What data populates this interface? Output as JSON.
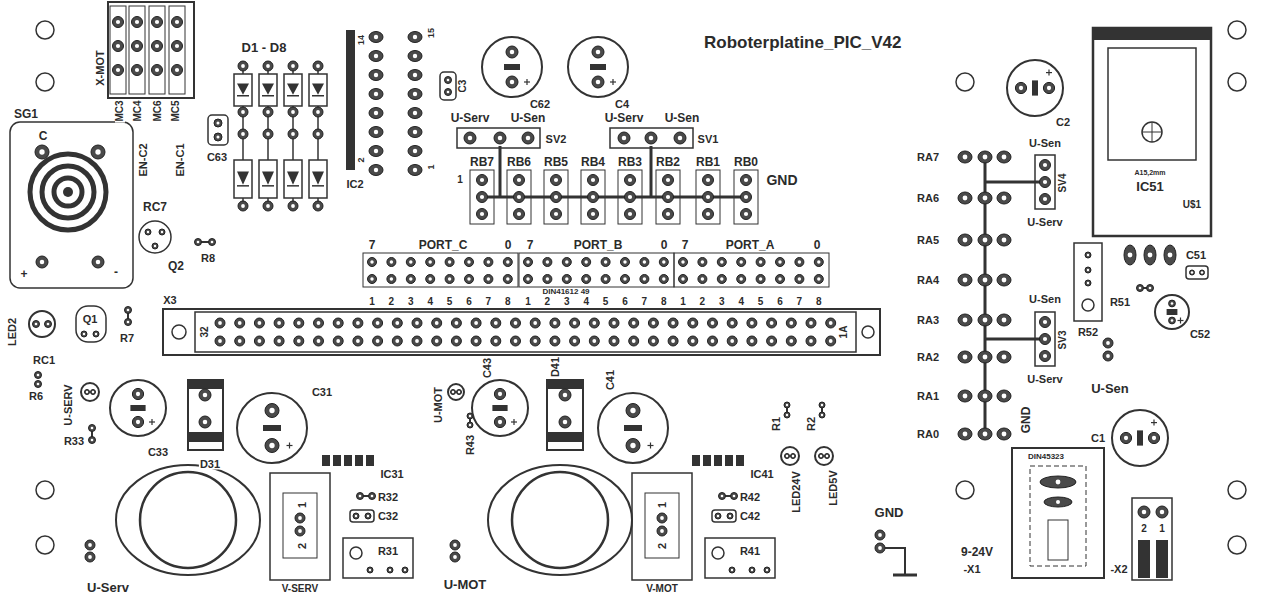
{
  "diagram": {
    "title": "Roboterplatine_PIC_V42",
    "labels": [
      "D1 - D8",
      "X-MOT",
      "SG1",
      "C",
      "+",
      "-",
      "MC3",
      "MC4",
      "MC6",
      "MC5",
      "EN-C2",
      "EN-C1",
      "C63",
      "RC7",
      "Q2",
      "R8",
      "14",
      "15",
      "2",
      "1",
      "IC2",
      "C3",
      "C62",
      "C4",
      "U-Serv",
      "U-Sen",
      "SV2",
      "U-Serv",
      "U-Sen",
      "SV1",
      "RB7",
      "RB6",
      "RB5",
      "RB4",
      "RB3",
      "RB2",
      "RB1",
      "RB0",
      "1",
      "GND",
      "7",
      "PORT_C",
      "0",
      "7",
      "PORT_B",
      "0",
      "7",
      "PORT_A",
      "0",
      "1",
      "2",
      "3",
      "4",
      "5",
      "6",
      "7",
      "8",
      "1",
      "2",
      "3",
      "4",
      "5",
      "6",
      "7",
      "8",
      "1",
      "2",
      "3",
      "4",
      "5",
      "6",
      "7",
      "8",
      "DIN41612 49",
      "X3",
      "32",
      "1A",
      "LED2",
      "Q1",
      "R7",
      "RC1",
      "R6",
      "U-SERV",
      "R33",
      "C33",
      "D31",
      "C31",
      "IC31",
      "U-MOT",
      "C43",
      "D41",
      "C41",
      "R43",
      "IC41",
      "R1",
      "R2",
      "LED24V",
      "LED5V",
      "1",
      "2",
      "V-SERV",
      "R32",
      "C32",
      "R31",
      "U-Serv",
      "1",
      "2",
      "V-MOT",
      "R42",
      "C42",
      "R41",
      "U-MOT",
      "GND",
      "DIN45323",
      "9-24V",
      "-X1",
      "-X2",
      "2",
      "1",
      "RA7",
      "RA6",
      "RA5",
      "RA4",
      "RA3",
      "RA2",
      "RA1",
      "RA0",
      "GND",
      "U-Sen",
      "SV4",
      "U-Serv",
      "U-Sen",
      "SV3",
      "U-Serv",
      "U-Sen",
      "C2",
      "A15,2mm",
      "IC51",
      "U$1",
      "C51",
      "R51",
      "R52",
      "C52",
      "C1"
    ]
  }
}
